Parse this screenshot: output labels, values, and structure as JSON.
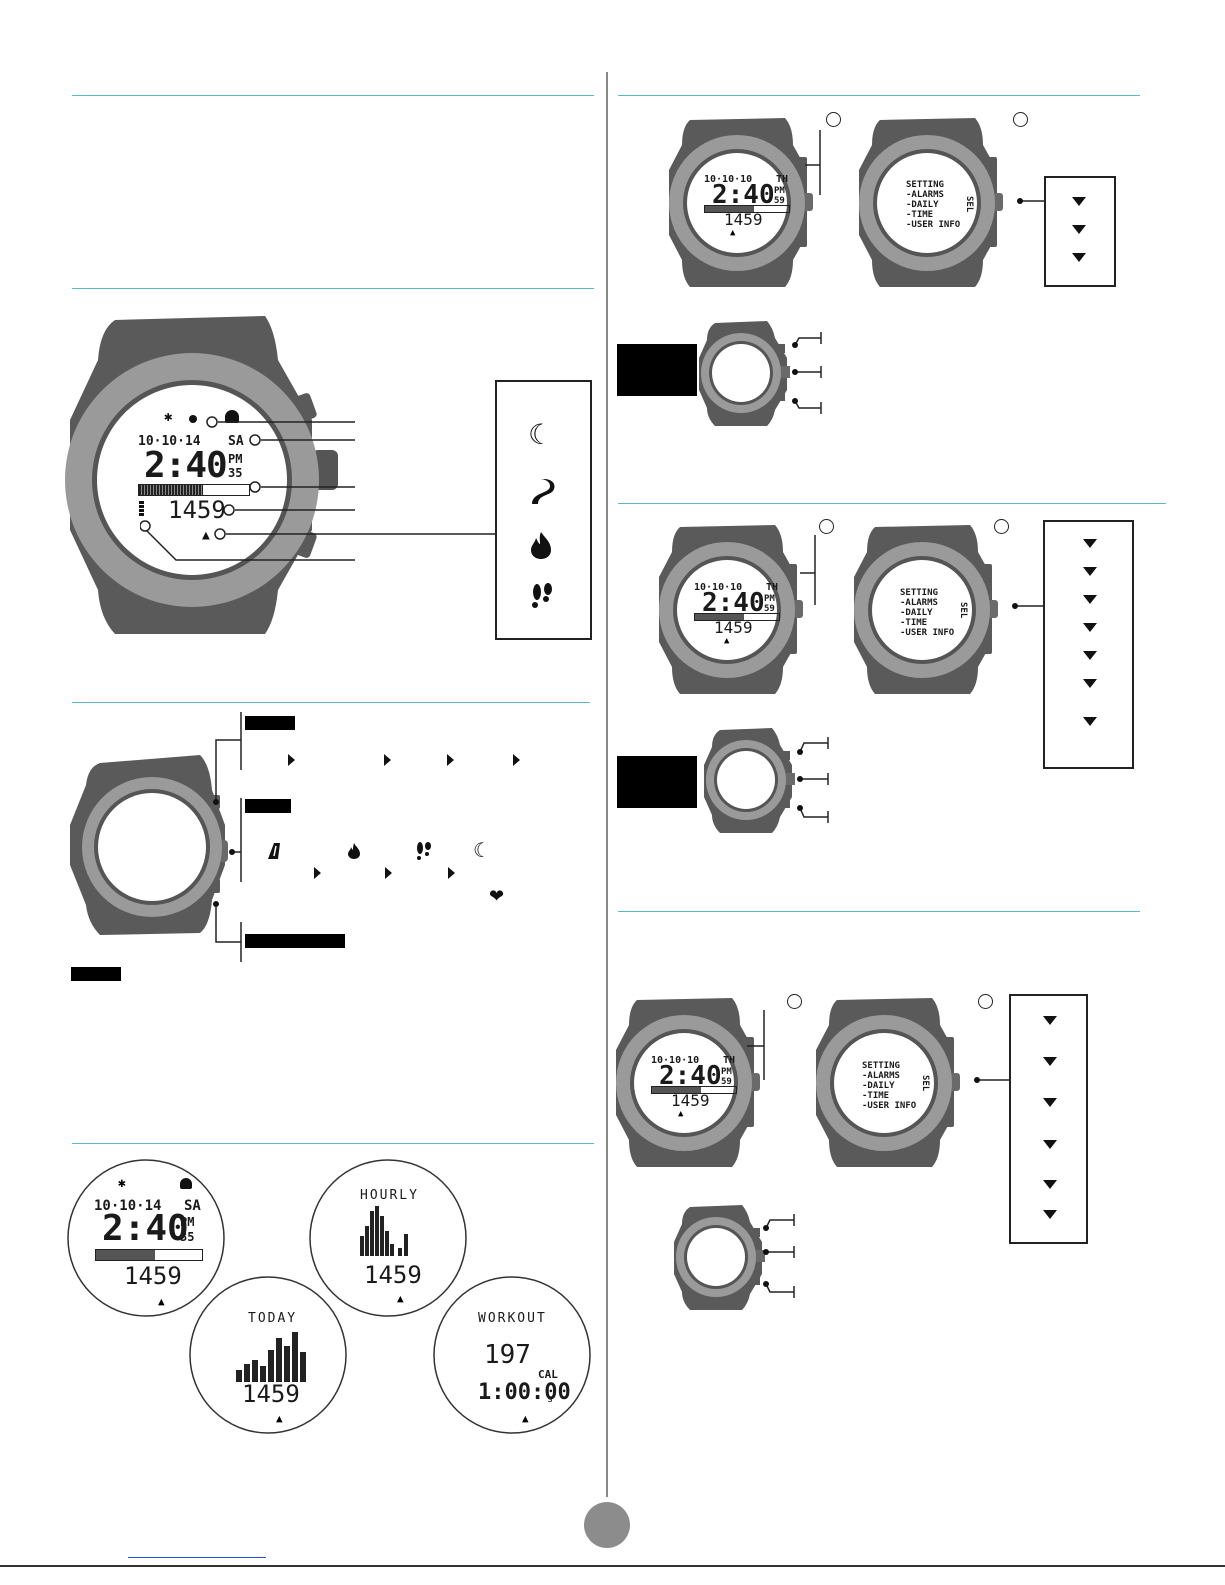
{
  "watch_face": {
    "date": "10·10·14",
    "day": "SA",
    "time": "2:40",
    "ampm": "PM",
    "seconds": "35",
    "steps": "1459"
  },
  "small_face": {
    "date": "10·10·10",
    "day": "TH",
    "time": "2:40",
    "ampm": "PM",
    "seconds": "59",
    "steps": "1459"
  },
  "settings_menu": {
    "title": "SETTING",
    "items": [
      "-ALARMS",
      "-DAILY",
      "-TIME",
      "-USER INFO"
    ],
    "side": "SEL"
  },
  "screens": {
    "hourly_title": "HOURLY",
    "today_title": "TODAY",
    "workout_title": "WORKOUT",
    "workout_cal": "197",
    "workout_cal_unit": "CAL",
    "workout_time": "1:00:00",
    "workout_time_suffix": "s"
  },
  "icons": {
    "sleep": "moon-icon",
    "distance": "road-icon",
    "calories": "flame-icon",
    "steps": "footprints-icon",
    "bluetooth": "bluetooth-icon",
    "alarm": "bell-icon",
    "heart": "heart-icon"
  }
}
